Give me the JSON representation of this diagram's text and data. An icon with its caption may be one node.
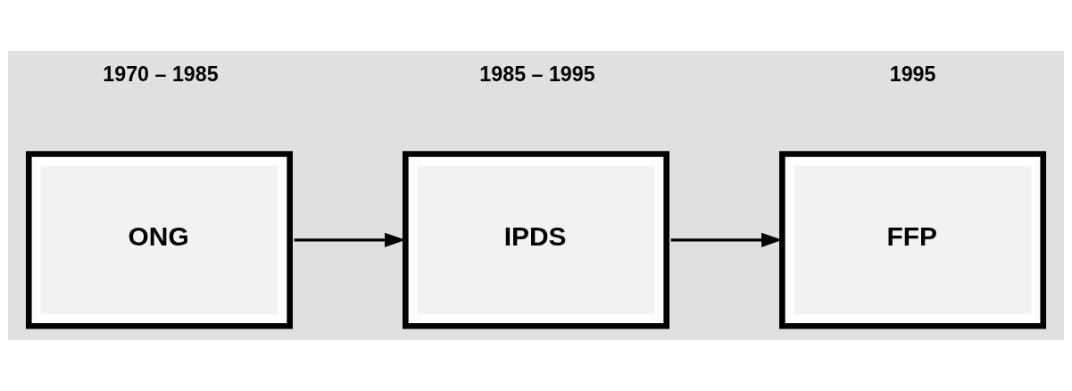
{
  "diagram": {
    "nodes": [
      {
        "text": [
          "ONG"
        ],
        "beside": [
          "1970 – 1985"
        ]
      },
      {
        "text": [
          "IPDS"
        ],
        "beside": [
          "1985 – 1995"
        ]
      },
      {
        "text": [
          "FFP"
        ],
        "beside": [
          "1995"
        ]
      }
    ],
    "edges": [
      {
        "from": 0,
        "to": 1,
        "arrow": "to"
      },
      {
        "from": 1,
        "to": 2,
        "arrow": "to"
      }
    ]
  }
}
